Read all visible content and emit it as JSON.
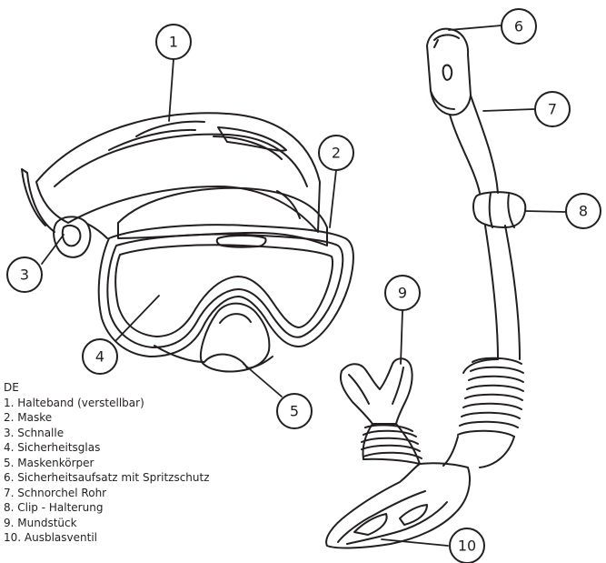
{
  "legend": {
    "language": "DE",
    "items": [
      "1. Halteband (verstellbar)",
      "2. Maske",
      "3. Schnalle",
      "4. Sicherheitsglas",
      "5. Maskenkörper",
      "6. Sicherheitsaufsatz mit Spritzschutz",
      "7. Schnorchel Rohr",
      "8. Clip - Halterung",
      "9. Mundstück",
      "10. Ausblasventil"
    ]
  },
  "callouts": [
    "1",
    "2",
    "3",
    "4",
    "5",
    "6",
    "7",
    "8",
    "9",
    "10"
  ],
  "colors": {
    "ink": "#231f20",
    "background": "#ffffff"
  }
}
